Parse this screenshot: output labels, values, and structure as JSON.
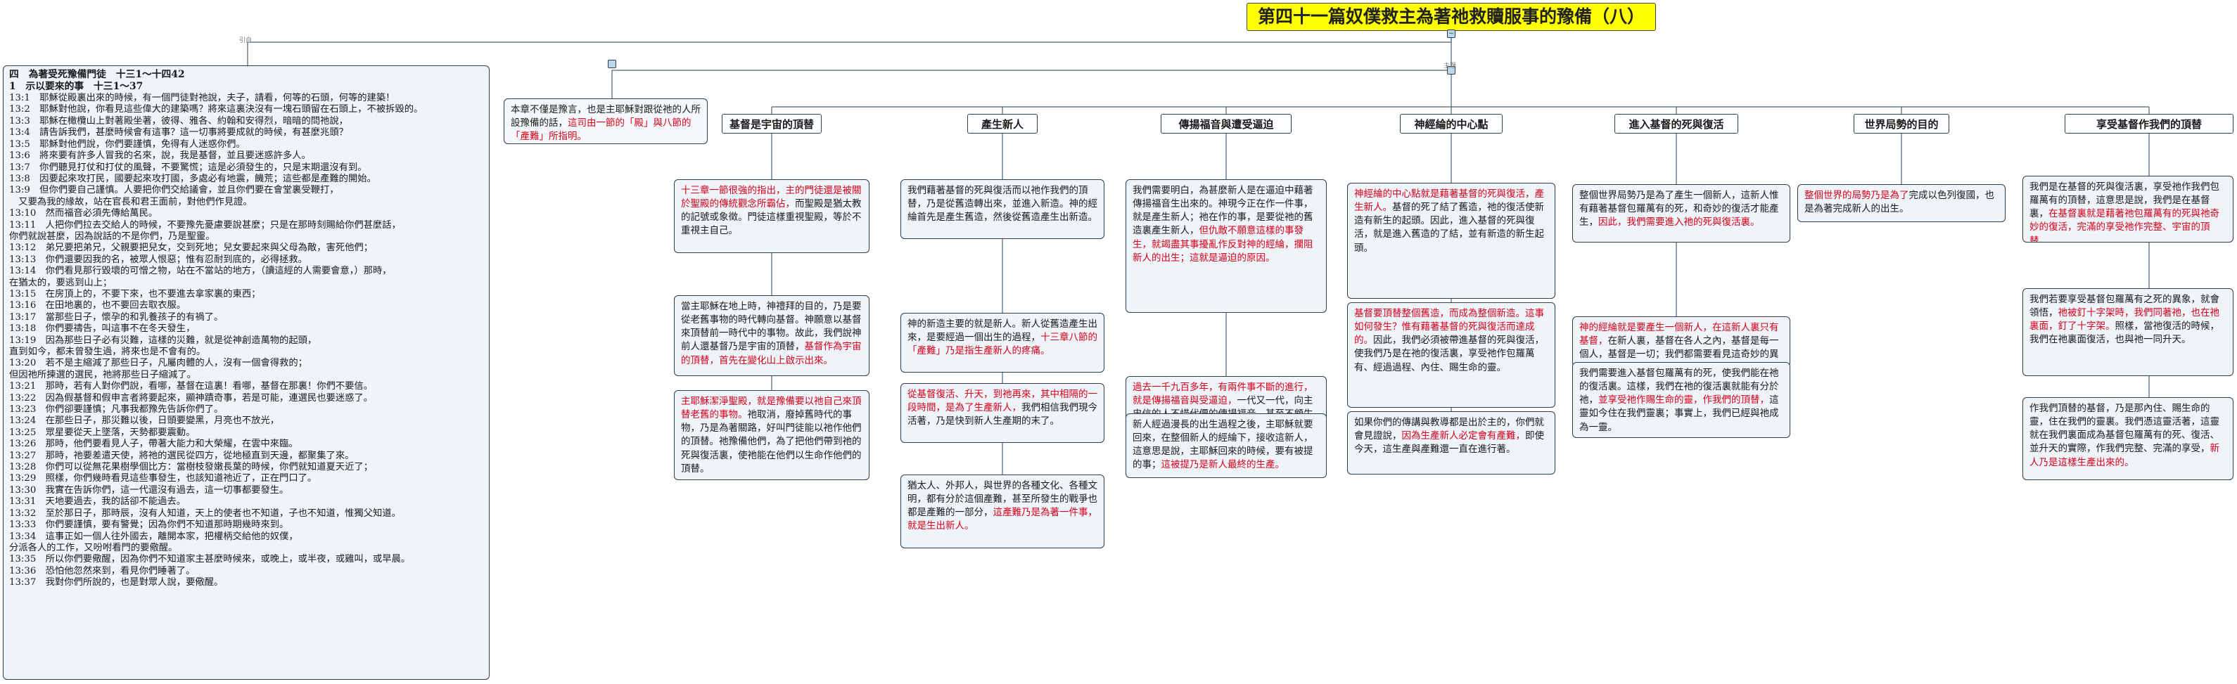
{
  "root_title": "第四十一篇奴僕救主為著祂救贖服事的豫備（八）",
  "labels": {
    "quote": "引自",
    "main": "主題"
  },
  "scripture": {
    "heading": "四　為著受死豫備門徒　十三1～十四42",
    "subheading": "1　示以要來的事　十三1～37",
    "verses": [
      "13:1　耶穌從殿裏出來的時候，有一個門徒對祂說，夫子，請看，何等的石頭，何等的建築！",
      "13:2　耶穌對他說，你看見這些偉大的建築嗎？將來這裏決沒有一塊石頭留在石頭上，不被拆毀的。",
      "13:3　耶穌在橄欖山上對著殿坐著，彼得、雅各、約翰和安得烈，暗暗的問祂說，",
      "13:4　請告訴我們，甚麼時候會有這事？這一切事將要成就的時候，有甚麼兆頭？",
      "13:5　耶穌對他們說，你們要謹慎，免得有人迷惑你們。",
      "13:6　將來要有許多人冒我的名來，說，我是基督，並且要迷惑許多人。",
      "13:7　你們聽見打仗和打仗的風聲，不要驚慌；這是必須發生的，只是末期還沒有到。",
      "13:8　因要起來攻打民，國要起來攻打國，多處必有地震，饑荒；這些都是產難的開始。",
      "13:9　但你們要自己謹慎。人要把你們交給議會，並且你們要在會堂裏受鞭打，",
      "　又要為我的緣故，站在官長和君王面前，對他們作見證。",
      "13:10　然而福音必須先傳給萬民。",
      "13:11　人把你們拉去交給人的時候，不要豫先憂慮要說甚麼；只是在那時刻賜給你們甚麼話，",
      "你們就說甚麼，因為說話的不是你們，乃是聖靈。",
      "13:12　弟兄要把弟兄，父親要把兒女，交到死地；兒女要起來與父母為敵，害死他們；",
      "13:13　你們還要因我的名，被眾人恨惡；惟有忍耐到底的，必得拯救。",
      "13:14　你們看見那行毀壞的可憎之物，站在不當站的地方，（讀這經的人需要會意，）那時，",
      "在猶太的，要逃到山上；",
      "13:15　在房頂上的，不要下來，也不要進去拿家裏的東西；",
      "13:16　在田地裏的，也不要回去取衣服。",
      "13:17　當那些日子，懷孕的和乳養孩子的有禍了。",
      "13:18　你們要禱告，叫這事不在冬天發生，",
      "13:19　因為那些日子必有災難，這樣的災難，就是從神創造萬物的起頭，",
      "直到如今，都未曾發生過，將來也是不會有的。",
      "13:20　若不是主縮減了那些日子，凡屬肉體的人，沒有一個會得救的；",
      "但因祂所揀選的選民，祂將那些日子縮減了。",
      "13:21　那時，若有人對你們說，看哪，基督在這裏！看哪，基督在那裏！你們不要信。",
      "13:22　因為假基督和假申言者將要起來，顯神蹟奇事，若是可能，連選民也要迷惑了。",
      "13:23　你們卻要謹慎；凡事我都豫先告訴你們了。",
      "13:24　在那些日子，那災難以後，日頭要變黑，月亮也不放光，",
      "13:25　眾星要從天上墜落，天勢都要震動。",
      "13:26　那時，他們要看見人子，帶著大能力和大榮耀，在雲中來臨。",
      "13:27　那時，祂要差遣天使，將祂的選民從四方，從地極直到天邊，都聚集了來。",
      "13:28　你們可以從無花果樹學個比方：當樹枝發嫩長葉的時候，你們就知道夏天近了；",
      "13:29　照樣，你們幾時看見這些事發生，也該知道祂近了，正在門口了。",
      "13:30　我實在告訴你們，這一代還沒有過去，這一切事都要發生。",
      "13:31　天地要過去，我的話卻不能過去。",
      "13:32　至於那日子，那時辰，沒有人知道，天上的使者也不知道，子也不知道，惟獨父知道。",
      "13:33　你們要謹慎，要有警覺；因為你們不知道那時期幾時來到。",
      "13:34　這事正如一個人往外國去，離開本家，把權柄交給他的奴僕，",
      "分派各人的工作，又吩咐看門的要儆醒。",
      "13:35　所以你們要儆醒，因為你們不知道家主甚麼時候來，或晚上，或半夜，或雞叫，或早晨。",
      "13:36　恐怕他忽然來到，看見你們睡著了。",
      "13:37　我對你們所說的，也是對眾人說，要儆醒。"
    ]
  },
  "intro": {
    "plain": "本章不僅是豫言，也是主耶穌對跟從祂的人所設豫備的話，",
    "red": "這司由一節的「殿」與八節的「產難」所指明。"
  },
  "topics": {
    "t1": {
      "title": "基督是宇宙的頂替",
      "n1": {
        "red": "十三章一節很強的指出，主的門徒還是被關於聖殿的傳統觀念所霸佔，",
        "plain": "而聖殿是猶太教的記號或象徵。門徒這樣重視聖殿，等於不重視主自己。"
      },
      "n2": {
        "plain": "當主耶穌在地上時，神禮拜的目的，乃是要從老舊事物的時代轉向基督。神願意以基督來頂替前一時代中的事物。故此，我們說神前人還基督乃是宇宙的頂替，",
        "red": "基督作為宇宙的頂替，首先在變化山上啟示出來。"
      },
      "n3": {
        "red": "主耶穌潔淨聖殿，就是豫備要以祂自己來頂替老舊的事物。",
        "plain": "祂取消，廢掉舊時代的事物，乃是為著關路，好叫門徒能以祂作他們的頂替。祂豫備他們，為了把他們帶到祂的死與復活裏，使祂能在他們以生命作他們的頂替。"
      }
    },
    "t2": {
      "title": "產生新人",
      "n1": {
        "plain": "我們藉著基督的死與復活而以祂作我們的頂替，乃是從舊造轉出來，並進入新造。神的經綸首先是產生舊造，然後從舊造產生出新造。"
      },
      "n2": {
        "plain": "神的新造主要的就是新人。新人從舊造產生出來，是要經過一個出生的過程，",
        "red": "十三章八節的「產難」乃是指生產新人的疼痛。"
      },
      "n3": {
        "red": "從基督復活、升天，到祂再來，其中相隔的一段時間，是為了生產新人，",
        "plain": "我們相信我們現今活著，乃是快到新人生產期的末了。"
      },
      "n4": {
        "plain": "猶太人、外邦人，與世界的各種文化、各種文明，都有分於這個產難，甚至所發生的戰爭也都是產難的一部分，",
        "red": "這產難乃是為著一件事，就是生出新人。"
      }
    },
    "t3": {
      "title": "傳揚福音與遭受逼迫",
      "n1": {
        "plain": "我們需要明白，為甚麼新人是在逼迫中藉著傳揚福音生出來的。神現今正在作一件事，就是產生新人；祂在作的事，是要從祂的舊造裏產生新人，",
        "red": "但仇敵不願意這樣的事發生，就竭盡其事擾亂作反對神的經綸，攔阻新人的出生；這就是逼迫的原因。"
      },
      "n2": {
        "red": "過去一千九百多年，有兩件事不斷的進行，就是傳揚福音與受逼迫，",
        "plain": "一代又一代，向主忠信的人不惜代價的傳揚福音，甚至不顧生死。同時，撒但卻藉仿撒迫，應回應人及其社會與文化，煽動起無數的逼迫。"
      },
      "n3": {
        "plain": "新人經過漫長的出生過程之後，主耶穌就要回來，在整個新人的經綸下，接收這新人，這意思是說，主耶穌回來的時候，要有被提的事；",
        "red": "這被提乃是新人最終的生產。"
      }
    },
    "t4": {
      "title": "神經綸的中心點",
      "n1": {
        "red": "神經綸的中心點就是藉著基督的死與復活，產生新人。",
        "plain": "基督的死了結了舊造，祂的復活使新造有新生的起頭。因此，進入基督的死與復活，就是進入舊造的了結，並有新造的新生起頭。"
      },
      "n2": {
        "red": "基督要頂替整個舊造，而成為整個新造。這事如何發生？惟有藉著基督的死與復活而達成的。",
        "plain": "因此，我們必須被帶進基督的死與復活，使我們乃是在祂的復活裏，享受祂作包羅萬有、經過過程、內住、賜生命的靈。"
      },
      "n3": {
        "plain": "如果你們的傳講與教導都是出於主的，你們就會見證說，",
        "red": "因為生產新人必定會有產難，",
        "plain2": "即使今天，這生產與產難還一直在進行著。"
      }
    },
    "t5": {
      "title": "進入基督的死與復活",
      "n1": {
        "plain": "整個世界局勢乃是為了產生一個新人，這新人惟有藉著基督包羅萬有的死，和奇妙的復活才能產生，",
        "red": "因此，我們需要進入祂的死與復活裏。"
      },
      "n2": {
        "red": "神的經綸就是要產生一個新人，在這新人裏只有基督，",
        "plain": "在新人裏，基督在各人之內，基督是每一個人，基督是一切；我們都需要看見這奇妙的異象。"
      },
      "n3": {
        "plain": "我們需要進入基督包羅萬有的死，使我們能在祂的復活裏。這樣，我們在祂的復活裏就能有分於祂，",
        "red": "並享受祂作賜生命的靈，作我們的頂替，",
        "plain2": "這靈如今住在我們靈裏；事實上，我們已經與祂成為一靈。"
      }
    },
    "t6": {
      "title": "世界局勢的目的",
      "n1": {
        "red": "整個世界的局勢乃是為了",
        "plain": "完成以色列復國，也是為著完成新人的出生。"
      }
    },
    "t7": {
      "title": "享受基督作我們的頂替",
      "n1": {
        "plain": "我們是在基督的死與復活裏，享受祂作我們包羅萬有的頂替，這意思是說，我們是在基督裏，",
        "red": "在基督裏就是藉著祂包羅萬有的死與祂奇妙的復活，完滿的享受祂作完整、宇宙的頂替。"
      },
      "n2": {
        "plain": "我們若要享受基督包羅萬有之死的異象，就會領悟，",
        "red": "祂被釘十字架時，我們同著祂，也在祂裏面，釘了十字架。",
        "plain2": "照樣，當祂復活的時候，我們在祂裏面復活，也與祂一同升天。"
      },
      "n3": {
        "plain": "作我們頂替的基督，乃是那內住、賜生命的靈，住在我們的靈裏。我們憑這靈活著，這靈就在我們裏面成為基督包羅萬有的死、復活、並升天的實際，作我們完整、完滿的享受，",
        "red": "新人乃是這樣生產出來的。"
      }
    }
  }
}
